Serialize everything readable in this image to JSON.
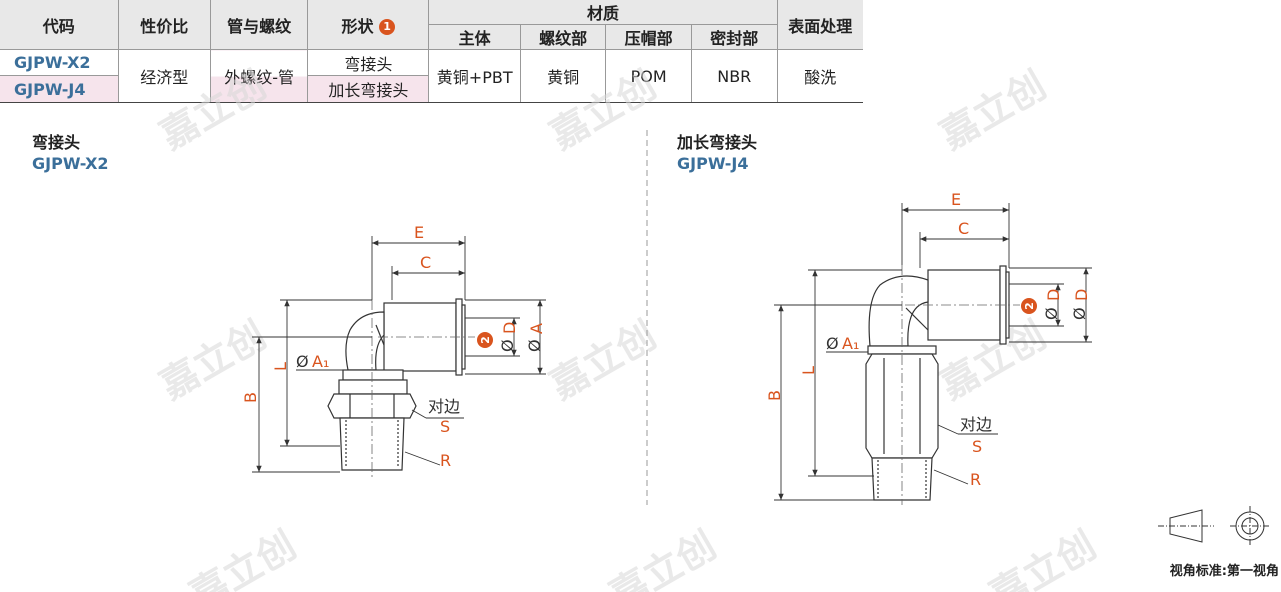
{
  "table": {
    "headers": {
      "code": "代码",
      "price": "性价比",
      "thread": "管与螺纹",
      "shape": "形状",
      "shape_note": "1",
      "material": "材质",
      "surface": "表面处理"
    },
    "material_sub": [
      "主体",
      "螺纹部",
      "压帽部",
      "密封部"
    ],
    "rows": [
      {
        "code": "GJPW-X2",
        "shape": "弯接头"
      },
      {
        "code": "GJPW-J4",
        "shape": "加长弯接头"
      }
    ],
    "shared": {
      "price": "经济型",
      "thread": "外螺纹-管",
      "materials": [
        "黄铜+PBT",
        "黄铜",
        "POM",
        "NBR"
      ],
      "surface": "酸洗"
    }
  },
  "left_fig": {
    "title": "弯接头",
    "code": "GJPW-X2"
  },
  "right_fig": {
    "title": "加长弯接头",
    "code": "GJPW-J4"
  },
  "dims": {
    "E": "E",
    "C": "C",
    "A": "A",
    "D": "D",
    "B": "B",
    "L": "L",
    "A1": "A₁",
    "S": "S",
    "R": "R",
    "flats": "对边",
    "note2": "2",
    "phi": "Ø"
  },
  "watermark": "嘉立创",
  "projection": {
    "label": "视角标准:第一视角"
  },
  "colors": {
    "accent": "#d9541e",
    "code": "#3b6f9a",
    "header_bg": "#e8e8e8",
    "highlight": "#f6e4ec"
  }
}
